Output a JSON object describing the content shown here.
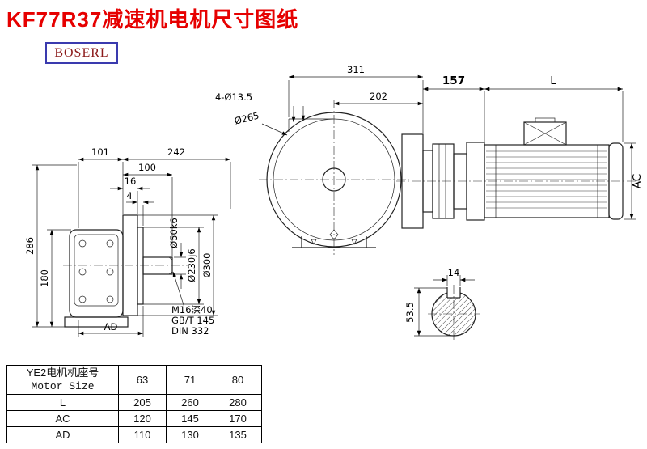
{
  "page": {
    "title": "KF77R37减速机电机尺寸图纸",
    "brand": "BOSERL"
  },
  "dims": {
    "front": {
      "overall_width": "311",
      "face_width": "202",
      "bolt_holes": "4-Ø13.5",
      "flange_od": "Ø265",
      "adapter_len": "157",
      "motor_len": "L",
      "motor_height": "AC"
    },
    "side": {
      "d101": "101",
      "d242": "242",
      "d100": "100",
      "d16": "16",
      "d4": "4",
      "d286": "286",
      "d180": "180",
      "dAD": "AD",
      "shaft_dia": "Ø50k6",
      "spigot_dia": "Ø230j6",
      "flange_dia": "Ø300",
      "tap_note": "M16深40",
      "std_gb": "GB/T 145",
      "std_din": "DIN 332"
    },
    "section": {
      "key_width": "14",
      "key_height": "53.5"
    }
  },
  "table": {
    "header_cn": "YE2电机机座号",
    "header_en": "Motor Size",
    "sizes": [
      "63",
      "71",
      "80"
    ],
    "rows": [
      {
        "label": "L",
        "values": [
          "205",
          "260",
          "280"
        ]
      },
      {
        "label": "AC",
        "values": [
          "120",
          "145",
          "170"
        ]
      },
      {
        "label": "AD",
        "values": [
          "110",
          "130",
          "135"
        ]
      }
    ]
  }
}
